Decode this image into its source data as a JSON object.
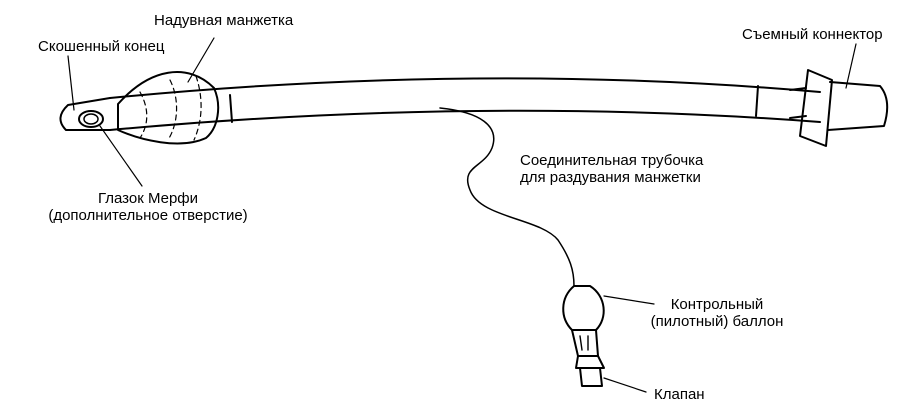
{
  "labels": {
    "cuff": "Надувная манжетка",
    "bevel": "Скошенный конец",
    "connector": "Съемный коннектор",
    "inflation_tube": [
      "Соединительная трубочка",
      "для раздувания манжетки"
    ],
    "murphy_eye": [
      "Глазок Мерфи",
      "(дополнительное отверстие)"
    ],
    "pilot_balloon": [
      "Контрольный",
      "(пилотный) баллон"
    ],
    "valve": "Клапан"
  }
}
